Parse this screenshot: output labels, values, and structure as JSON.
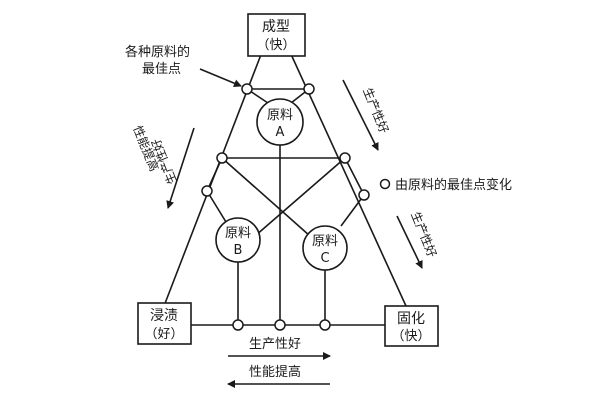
{
  "nodes": {
    "molding": {
      "line1": "成型",
      "line2": "（快）"
    },
    "impregnation": {
      "line1": "浸渍",
      "line2": "（好）"
    },
    "curing": {
      "line1": "固化",
      "line2": "（快）"
    }
  },
  "materials": [
    {
      "line1": "原料",
      "line2": "A"
    },
    {
      "line1": "原料",
      "line2": "B"
    },
    {
      "line1": "原料",
      "line2": "C"
    }
  ],
  "annotation": {
    "line1": "各种原料的",
    "line2": "最佳点"
  },
  "legend": {
    "text": "由原料的最佳点变化"
  },
  "axis_labels": {
    "bottom_top": "生产性好",
    "bottom_bottom": "性能提高",
    "left_outer": "性能提高",
    "left_inner": "生产性好",
    "right_upper": "生产性好",
    "right_lower": "生产性好"
  }
}
